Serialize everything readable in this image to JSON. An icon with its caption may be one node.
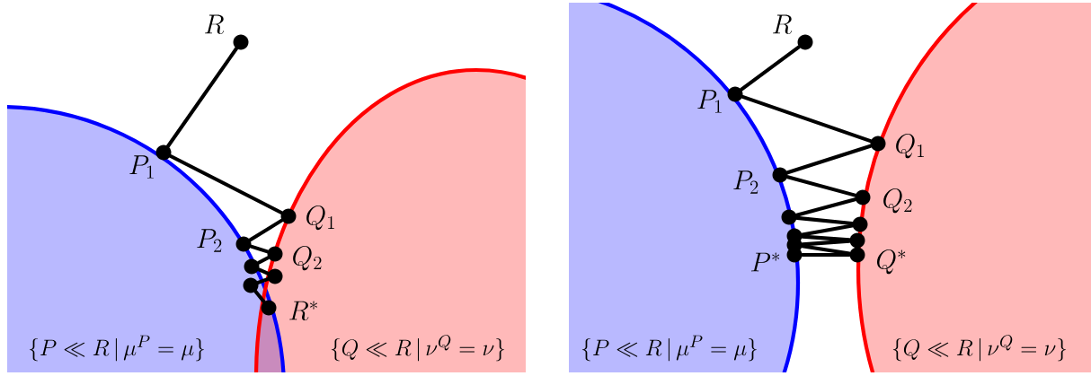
{
  "diagram": {
    "nodes": [
      {
        "text": [
          "\\{P \\ll R\\,|\\,\\mu^P = \\mu\\}"
        ]
      },
      {
        "text": [
          "\\{Q \\ll R\\,|\\,\\nu^Q = \\nu\\}"
        ]
      },
      {
        "text": [],
        "shape": "circle",
        "beside": [
          "R"
        ]
      },
      {
        "text": [],
        "shape": "circle",
        "beside": [
          "P_1"
        ]
      },
      {
        "text": [],
        "shape": "circle",
        "beside": [
          "Q_1"
        ]
      },
      {
        "text": [],
        "shape": "circle",
        "beside": [
          "P_2"
        ]
      },
      {
        "text": [],
        "shape": "circle",
        "beside": [
          "Q_2"
        ]
      },
      {
        "text": [],
        "shape": "circle"
      },
      {
        "text": [],
        "shape": "circle"
      },
      {
        "text": [],
        "shape": "circle"
      },
      {
        "text": [],
        "shape": "circle",
        "beside": [
          "R^*"
        ]
      },
      {
        "text": [
          "\\{P \\ll R\\,|\\,\\mu^P = \\mu\\}"
        ]
      },
      {
        "text": [
          "\\{Q \\ll R\\,|\\,\\nu^Q = \\nu\\}"
        ]
      },
      {
        "text": [],
        "shape": "circle",
        "beside": [
          "R"
        ]
      },
      {
        "text": [],
        "shape": "circle",
        "beside": [
          "P_1"
        ]
      },
      {
        "text": [],
        "shape": "circle",
        "beside": [
          "Q_1"
        ]
      },
      {
        "text": [],
        "shape": "circle",
        "beside": [
          "P_2"
        ]
      },
      {
        "text": [],
        "shape": "circle",
        "beside": [
          "Q_2"
        ]
      },
      {
        "text": [],
        "shape": "circle"
      },
      {
        "text": [],
        "shape": "circle"
      },
      {
        "text": [],
        "shape": "circle"
      },
      {
        "text": [],
        "shape": "circle"
      },
      {
        "text": [],
        "shape": "circle"
      },
      {
        "text": [],
        "shape": "circle",
        "beside": [
          "P^*"
        ]
      },
      {
        "text": [],
        "shape": "circle",
        "beside": [
          "Q^*"
        ]
      }
    ],
    "edges": [
      {
        "from": 2,
        "to": 3,
        "arrow": "none"
      },
      {
        "from": 3,
        "to": 4,
        "arrow": "none"
      },
      {
        "from": 4,
        "to": 5,
        "arrow": "none"
      },
      {
        "from": 5,
        "to": 6,
        "arrow": "none"
      },
      {
        "from": 6,
        "to": 7,
        "arrow": "none"
      },
      {
        "from": 7,
        "to": 8,
        "arrow": "none"
      },
      {
        "from": 8,
        "to": 9,
        "arrow": "none"
      },
      {
        "from": 9,
        "to": 10,
        "arrow": "none"
      },
      {
        "from": 13,
        "to": 14,
        "arrow": "none"
      },
      {
        "from": 14,
        "to": 15,
        "arrow": "none"
      },
      {
        "from": 15,
        "to": 16,
        "arrow": "none"
      },
      {
        "from": 16,
        "to": 17,
        "arrow": "none"
      },
      {
        "from": 17,
        "to": 18,
        "arrow": "none"
      },
      {
        "from": 18,
        "to": 19,
        "arrow": "none"
      },
      {
        "from": 19,
        "to": 20,
        "arrow": "none"
      },
      {
        "from": 20,
        "to": 21,
        "arrow": "none"
      },
      {
        "from": 21,
        "to": 22,
        "arrow": "none"
      },
      {
        "from": 22,
        "to": 24,
        "arrow": "none"
      },
      {
        "from": 24,
        "to": 23,
        "arrow": "none"
      }
    ]
  }
}
